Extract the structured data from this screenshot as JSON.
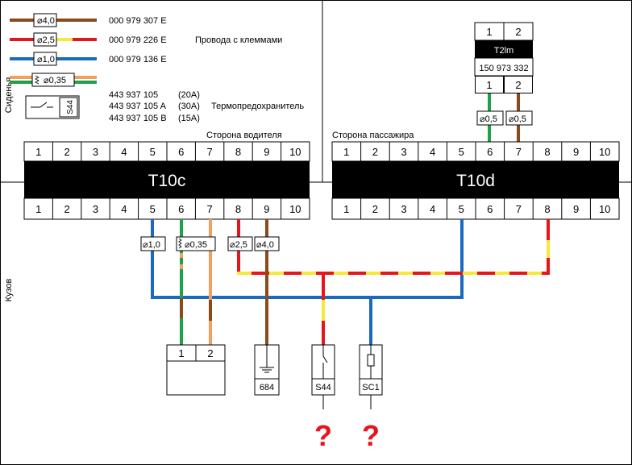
{
  "sections": {
    "seats": "Сиденья",
    "body": "Кузов"
  },
  "legend": {
    "wires": [
      {
        "size": "4,0",
        "part": "000 979 307 E"
      },
      {
        "size": "2,5",
        "part": "000 979 226 E"
      },
      {
        "size": "1,0",
        "part": "000 979 136 E"
      },
      {
        "size": "0,35"
      }
    ],
    "wires_caption": "Провода с клеммами",
    "fuse_symbol": "S44",
    "fuse_parts": [
      {
        "part": "443 937 105",
        "rating": "(20A)"
      },
      {
        "part": "443 937 105 A",
        "rating": "(30A)"
      },
      {
        "part": "443 937 105 B",
        "rating": "(15A)"
      }
    ],
    "fuse_caption": "Термопредохранитель"
  },
  "connector_t2lm": {
    "pin1": "1",
    "pin2": "2",
    "name": "T2lm",
    "part": "150 973 332"
  },
  "top_wire_labels": {
    "pin6": "0,5",
    "pin7": "0,5"
  },
  "driver": {
    "side": "Сторона водителя",
    "name": "T10c",
    "pins": [
      "1",
      "2",
      "3",
      "4",
      "5",
      "6",
      "7",
      "8",
      "9",
      "10"
    ]
  },
  "passenger": {
    "side": "Сторона пассажира",
    "name": "T10d",
    "pins": [
      "1",
      "2",
      "3",
      "4",
      "5",
      "6",
      "7",
      "8",
      "9",
      "10"
    ]
  },
  "wire_labels": {
    "pin5": "1,0",
    "pin6": "0,35",
    "pin8": "2,5",
    "pin9": "4,0"
  },
  "components": {
    "seat_pin1": "1",
    "seat_pin2": "2",
    "ground": "684",
    "fuse": "S44",
    "sc": "SC1",
    "unknown": "?"
  },
  "colors": {
    "brown": "#8b4a1c",
    "red": "#e8141c",
    "yellow": "#f5e93a",
    "blue": "#1a6bbf",
    "green": "#1fa04a",
    "orange": "#f0a060",
    "black": "#000000"
  }
}
